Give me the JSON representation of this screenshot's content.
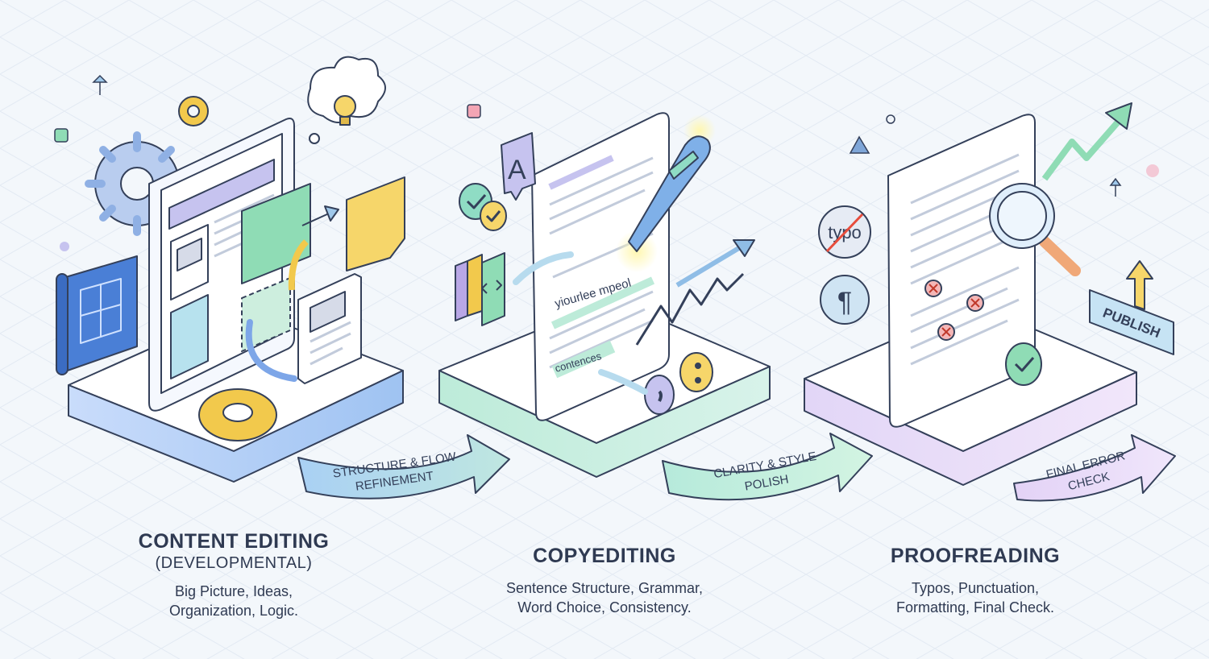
{
  "stages": [
    {
      "title": "CONTENT EDITING",
      "subtitle": "(DEVELOPMENTAL)",
      "description": [
        "Big Picture, Ideas,",
        "Organization, Logic."
      ]
    },
    {
      "title": "COPYEDITING",
      "description": [
        "Sentence Structure, Grammar,",
        "Word Choice, Consistency."
      ]
    },
    {
      "title": "PROOFREADING",
      "description": [
        "Typos, Punctuation,",
        "Formatting, Final Check."
      ]
    }
  ],
  "arrows": [
    [
      "STRUCTURE & FLOW",
      "REFINEMENT"
    ],
    [
      "CLARITY & STYLE",
      "POLISH"
    ],
    [
      "FINAL ERROR",
      "CHECK"
    ]
  ],
  "doc_text": {
    "letter_badge": "A",
    "scribble": "yiourlee mpeol",
    "highlight_word": "contences",
    "typo_badge": "typo",
    "pilcrow_badge": "¶",
    "publish_sign": "PUBLISH"
  },
  "colors": {
    "stage1_accent": "#7da6e8",
    "stage2_accent": "#8fdcc4",
    "stage3_accent": "#c6b3ea",
    "text_dark": "#2f3a52"
  }
}
